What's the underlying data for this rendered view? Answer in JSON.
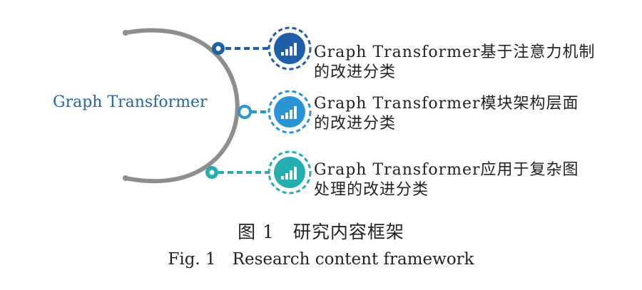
{
  "center": {
    "label": "Graph Transformer"
  },
  "items": [
    {
      "line1": "Graph Transformer基于注意力机制",
      "line2": "的改进分类",
      "color": "#1f5fa8"
    },
    {
      "line1": "Graph Transformer模块架构层面",
      "line2": "的改进分类",
      "color": "#2a94d4"
    },
    {
      "line1": "Graph Transformer应用于复杂图",
      "line2": "处理的改进分类",
      "color": "#25aeb0"
    }
  ],
  "caption": {
    "cn": "图 1　研究内容框架",
    "en": "Fig. 1　Research content framework"
  },
  "icons": {
    "item_icon": "signal-bars-icon"
  }
}
